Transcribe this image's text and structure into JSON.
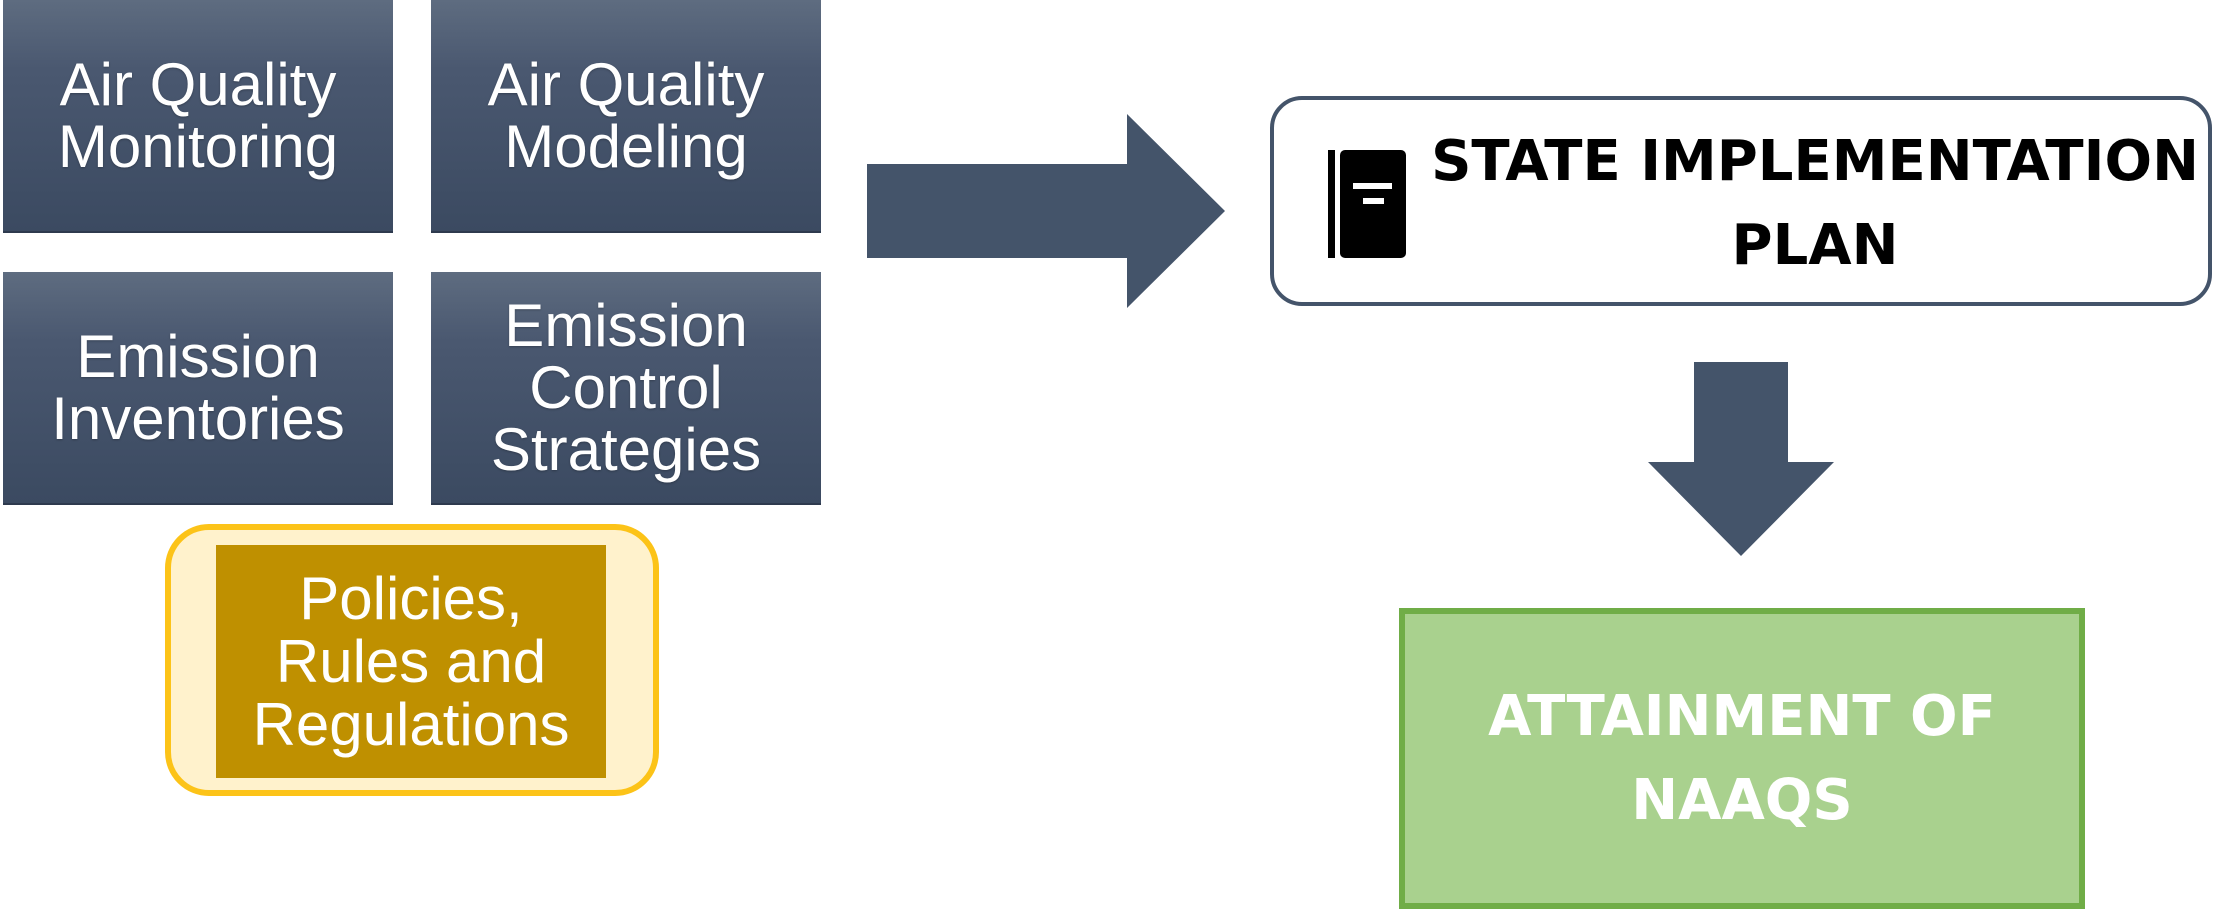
{
  "inputs": {
    "air_quality_monitoring": "Air Quality\nMonitoring",
    "air_quality_modeling": "Air Quality\nModeling",
    "emission_inventories": "Emission\nInventories",
    "emission_control_strategies": "Emission\nControl\nStrategies",
    "policies_rules_regulations": "Policies,\nRules and\nRegulations"
  },
  "plan": {
    "title": "STATE IMPLEMENTATION\nPLAN",
    "icon": "book-icon"
  },
  "outcome": {
    "title": "ATTAINMENT OF\nNAAQS"
  },
  "colors": {
    "box_fill": "#44546a",
    "arrow_fill": "#44546a",
    "policies_fill": "#bf9000",
    "policies_border": "#fcc318",
    "policies_background": "#fff2cc",
    "outcome_fill": "#a9d18e",
    "outcome_border": "#70ad47"
  }
}
